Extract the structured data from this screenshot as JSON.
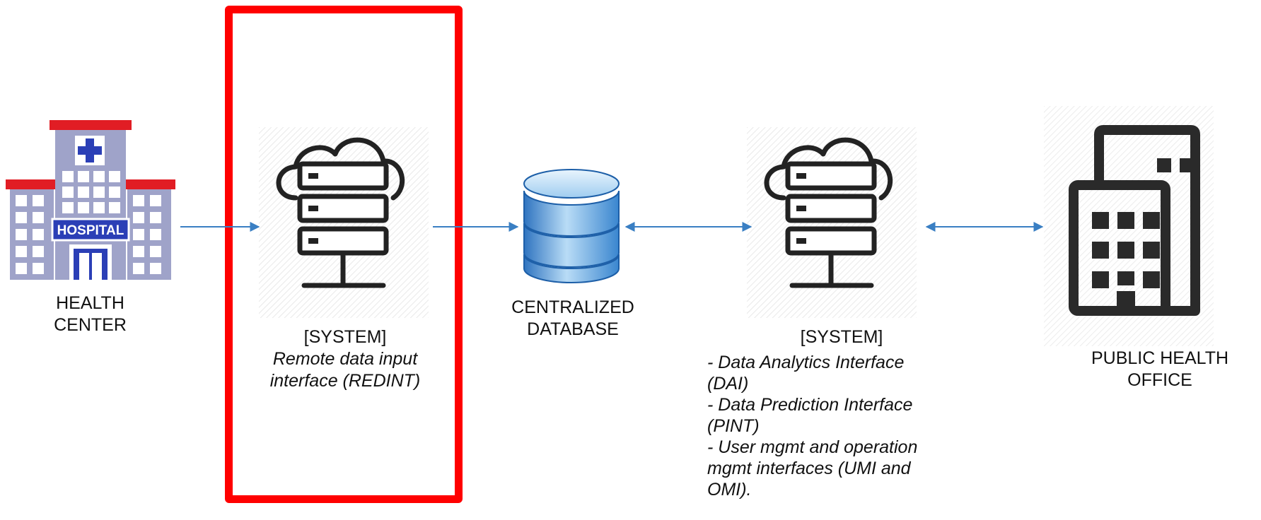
{
  "nodes": {
    "health_center": {
      "label_line1": "HEALTH",
      "label_line2": "CENTER",
      "sign_text": "HOSPITAL",
      "icon": "hospital-icon"
    },
    "redint_system": {
      "label_line1": "[SYSTEM]",
      "label_line2": "Remote data input",
      "label_line3": "interface (REDINT)",
      "icon": "cloud-server-icon"
    },
    "database": {
      "label_line1": "CENTRALIZED",
      "label_line2": "DATABASE",
      "icon": "database-icon"
    },
    "analytics_system": {
      "label_line1": "[SYSTEM]",
      "items": [
        "- Data Analytics Interface",
        "(DAI)",
        "- Data Prediction Interface",
        "(PINT)",
        "- User mgmt and operation",
        "mgmt interfaces  (UMI and",
        "OMI)."
      ],
      "icon": "cloud-server-icon"
    },
    "public_health_office": {
      "label_line1": "PUBLIC HEALTH",
      "label_line2": "OFFICE",
      "icon": "office-building-icon"
    }
  },
  "colors": {
    "arrow": "#3a7fc3",
    "highlight": "#ff0000",
    "icon_dark": "#222222",
    "hospital_body": "#9fa3c9",
    "hospital_roof": "#e11d24",
    "hospital_sign": "#2b3fb6"
  }
}
